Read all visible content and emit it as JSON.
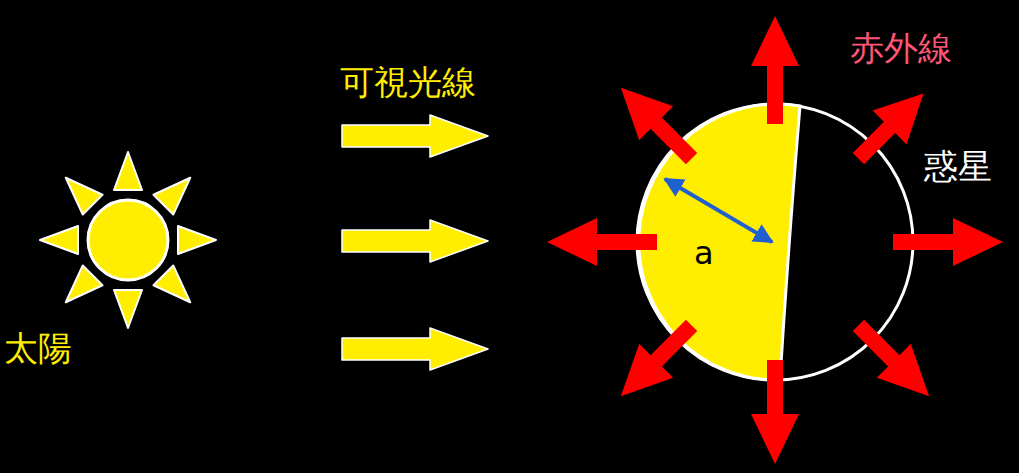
{
  "diagram": {
    "labels": [
      "可視光線",
      "赤外線",
      "惑星",
      "a",
      "太陽"
    ]
  }
}
